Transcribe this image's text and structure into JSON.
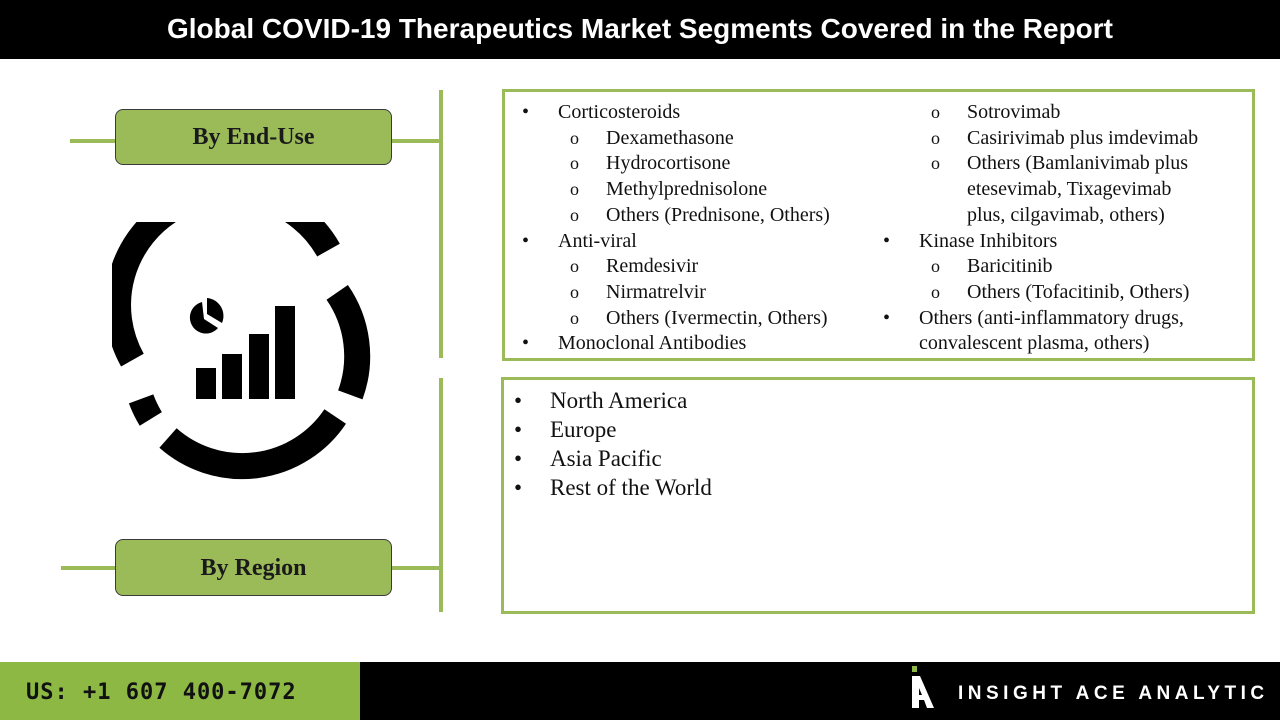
{
  "title": "Global COVID-19 Therapeutics Market Segments Covered in the Report",
  "segments": {
    "end_use_label": "By End-Use",
    "region_label": "By Region"
  },
  "end_use": {
    "col1": {
      "corticosteroids": "Corticosteroids",
      "cortico_items": [
        "Dexamethasone",
        "Hydrocortisone",
        "Methylprednisolone",
        "Others (Prednisone, Others)"
      ],
      "antiviral": "Anti-viral",
      "antiviral_items": [
        "Remdesivir",
        "Nirmatrelvir",
        "Others (Ivermectin, Others)"
      ],
      "monoclonal": "Monoclonal Antibodies"
    },
    "col2": {
      "mab_items": [
        "Sotrovimab",
        "Casirivimab plus imdevimab"
      ],
      "mab_others_line1": "Others (Bamlanivimab plus",
      "mab_others_line2": "etesevimab, Tixagevimab",
      "mab_others_line3": "plus, cilgavimab, others)",
      "kinase": "Kinase Inhibitors",
      "kinase_items": [
        "Baricitinib",
        "Others (Tofacitinib, Others)"
      ],
      "others_line1": "Others (anti-inflammatory drugs,",
      "others_line2": "convalescent plasma, others)"
    }
  },
  "regions": [
    "North America",
    "Europe",
    "Asia Pacific",
    "Rest of the World"
  ],
  "footer": {
    "phone": "US: +1 607 400-7072",
    "brand": "INSIGHT ACE ANALYTIC"
  },
  "icons": {
    "center": "analytics-chart-ring-icon",
    "logo": "insight-ace-logo-icon"
  },
  "colors": {
    "accent": "#9bbb59",
    "footer_green": "#8cb843",
    "bar": "#000000"
  }
}
